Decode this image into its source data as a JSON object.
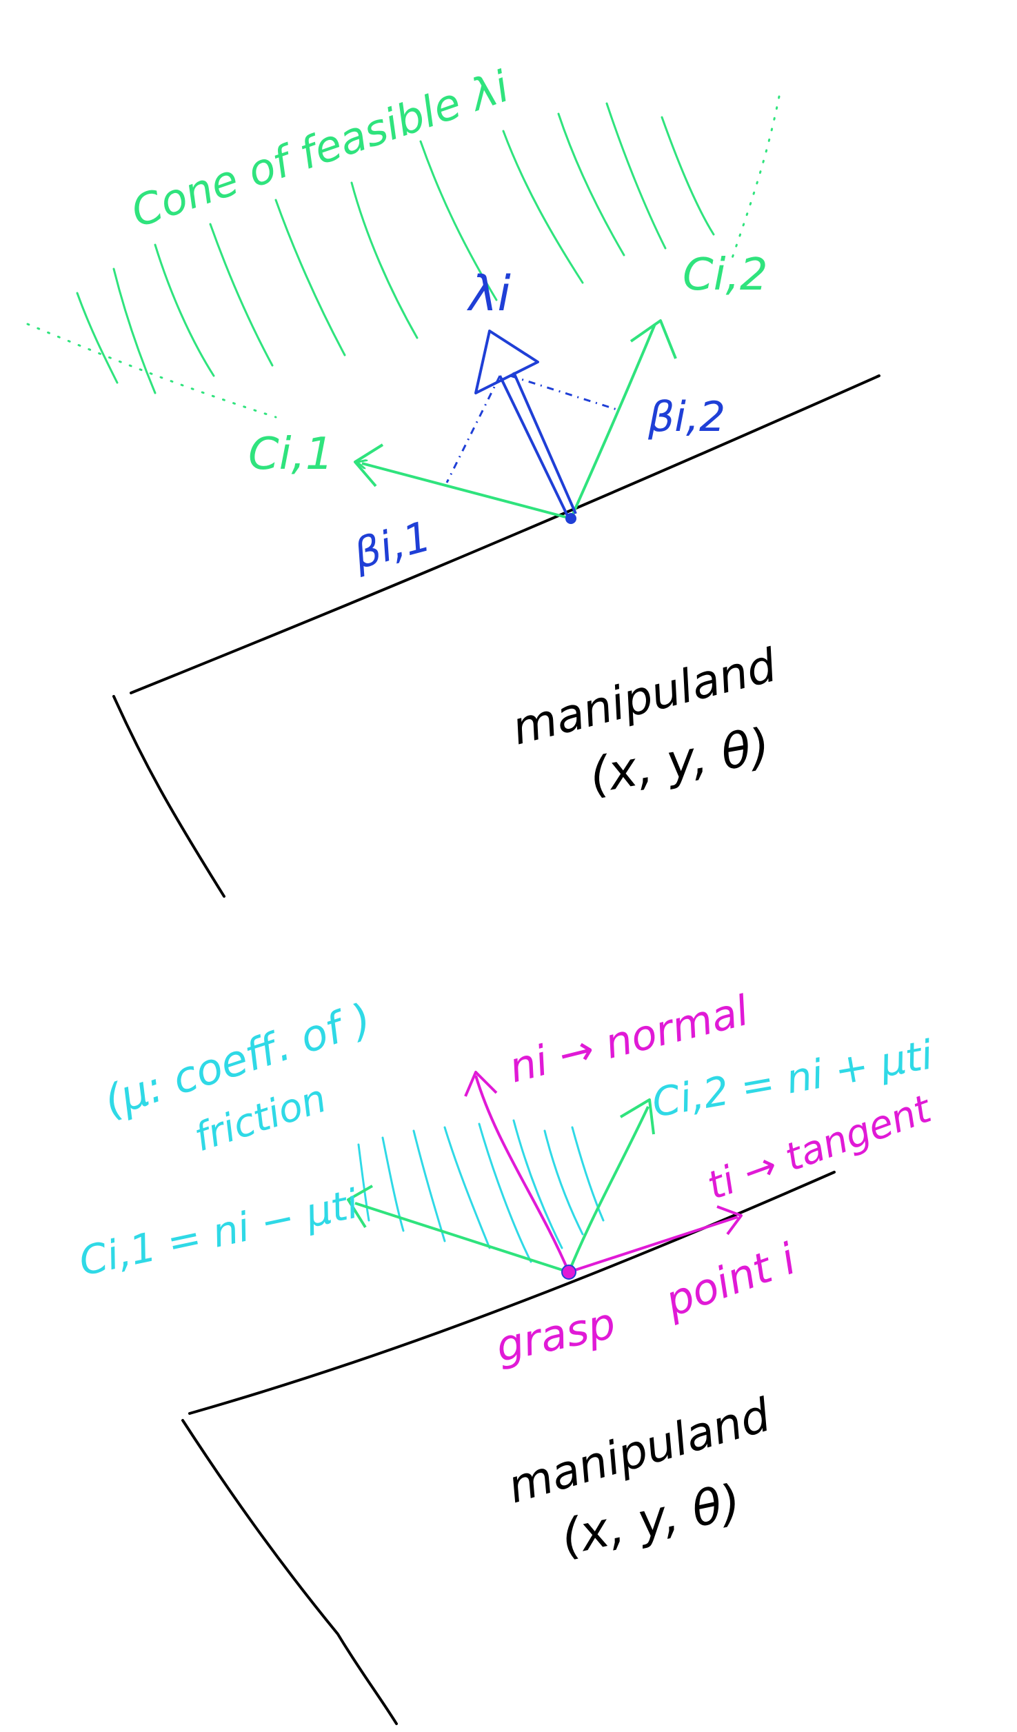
{
  "colors": {
    "black": "#000000",
    "green": "#2fe37d",
    "blue": "#1f3fd6",
    "cyan": "#2fd9e6",
    "magenta": "#e01ad6"
  },
  "top_diagram": {
    "cone_label": "Cone of feasible λi",
    "lambda_label": "λi",
    "c_i1": "Ci,1",
    "c_i2": "Ci,2",
    "beta_i1": "βi,1",
    "beta_i2": "βi,2",
    "manipuland_label": "manipuland",
    "state_label": "(x, y, θ)"
  },
  "bottom_diagram": {
    "mu_line1": "(μ: coeff. of )",
    "mu_line2": "friction",
    "normal_label": "ni → normal",
    "c_i2_formula": "Ci,2 = ni + μti",
    "c_i1_formula": "Ci,1 = ni − μti",
    "tangent_label": "ti → tangent",
    "grasp_line1": "point i",
    "grasp_line2": "grasp",
    "manipuland_label": "manipuland",
    "state_label": "(x, y, θ)"
  }
}
